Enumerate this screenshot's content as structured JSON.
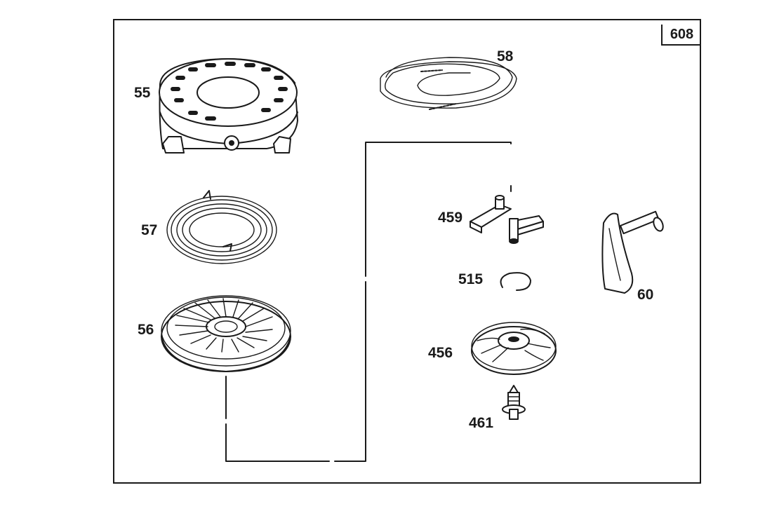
{
  "diagram": {
    "page_ref": "608",
    "parts": [
      {
        "id": "55",
        "label": "55",
        "icon": "housing-icon"
      },
      {
        "id": "58",
        "label": "58",
        "icon": "rope-icon"
      },
      {
        "id": "57",
        "label": "57",
        "icon": "spring-icon"
      },
      {
        "id": "459",
        "label": "459",
        "icon": "pawl-icon"
      },
      {
        "id": "60",
        "label": "60",
        "icon": "handle-icon"
      },
      {
        "id": "515",
        "label": "515",
        "icon": "retaining-ring-icon"
      },
      {
        "id": "56",
        "label": "56",
        "icon": "pulley-icon"
      },
      {
        "id": "456",
        "label": "456",
        "icon": "hub-icon"
      },
      {
        "id": "461",
        "label": "461",
        "icon": "screw-icon"
      }
    ]
  }
}
